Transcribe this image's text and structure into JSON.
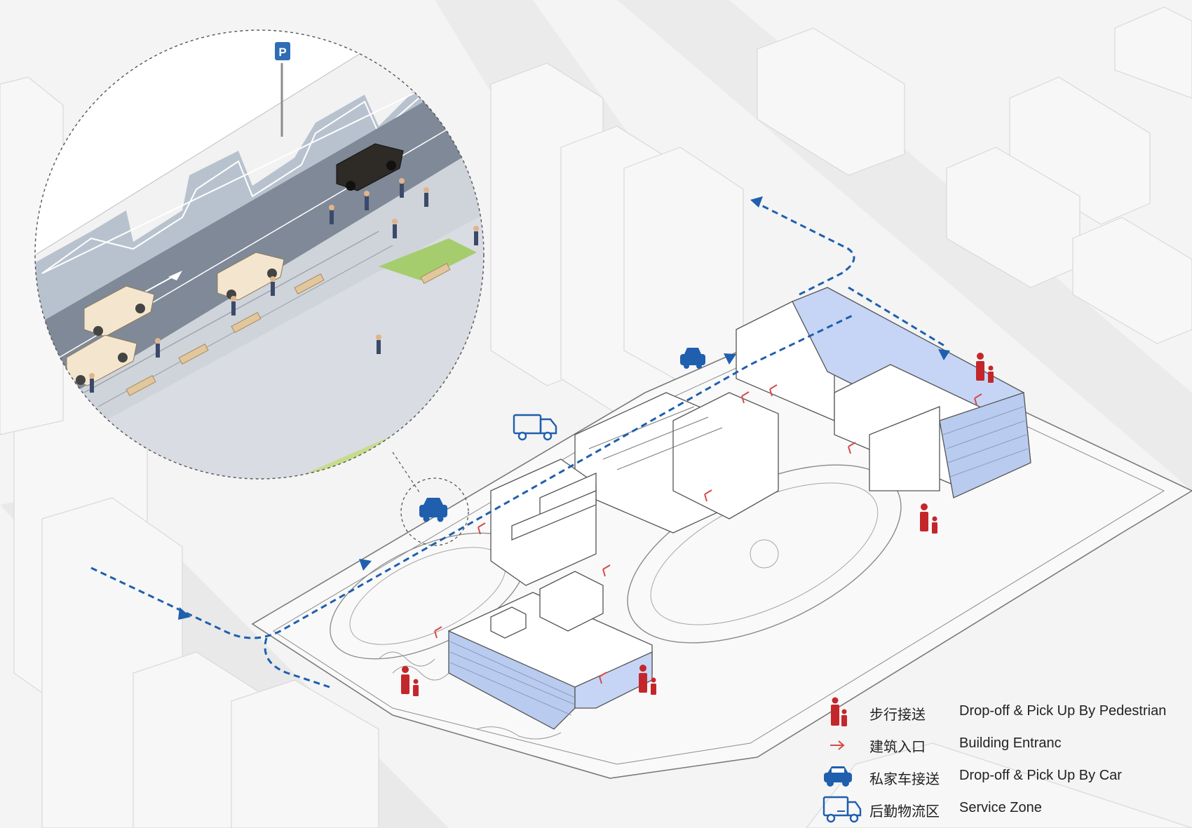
{
  "colors": {
    "accent_blue": "#1f5fae",
    "entrance_red": "#d64a48",
    "pedestrian_red": "#c4272b",
    "glass_blue": "#c3d3f3",
    "road_gray": "#8f99a7",
    "ground": "#f3f3f3"
  },
  "legend": [
    {
      "icon": "pedestrian-icon",
      "cn": "步行接送",
      "en": "Drop-off & Pick Up By Pedestrian"
    },
    {
      "icon": "entrance-arrow-icon",
      "cn": "建筑入口",
      "en": "Building Entranc"
    },
    {
      "icon": "car-icon",
      "cn": "私家车接送",
      "en": "Drop-off & Pick Up By Car"
    },
    {
      "icon": "truck-icon",
      "cn": "后勤物流区",
      "en": "Service Zone"
    }
  ],
  "zoom_inset": {
    "sign_text": "P"
  }
}
